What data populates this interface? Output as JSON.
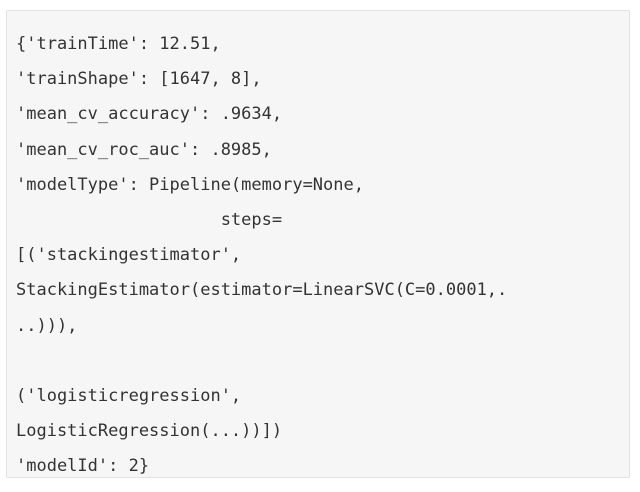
{
  "code": {
    "lines": [
      "{'trainTime': 12.51,",
      "'trainShape': [1647, 8],",
      "'mean_cv_accuracy': .9634,",
      "'mean_cv_roc_auc': .8985,",
      "'modelType': Pipeline(memory=None,",
      "                    steps=",
      "[('stackingestimator',",
      "StackingEstimator(estimator=LinearSVC(C=0.0001,.",
      "..))),",
      "",
      "('logisticregression',",
      "LogisticRegression(...))])",
      "'modelId': 2}"
    ]
  }
}
